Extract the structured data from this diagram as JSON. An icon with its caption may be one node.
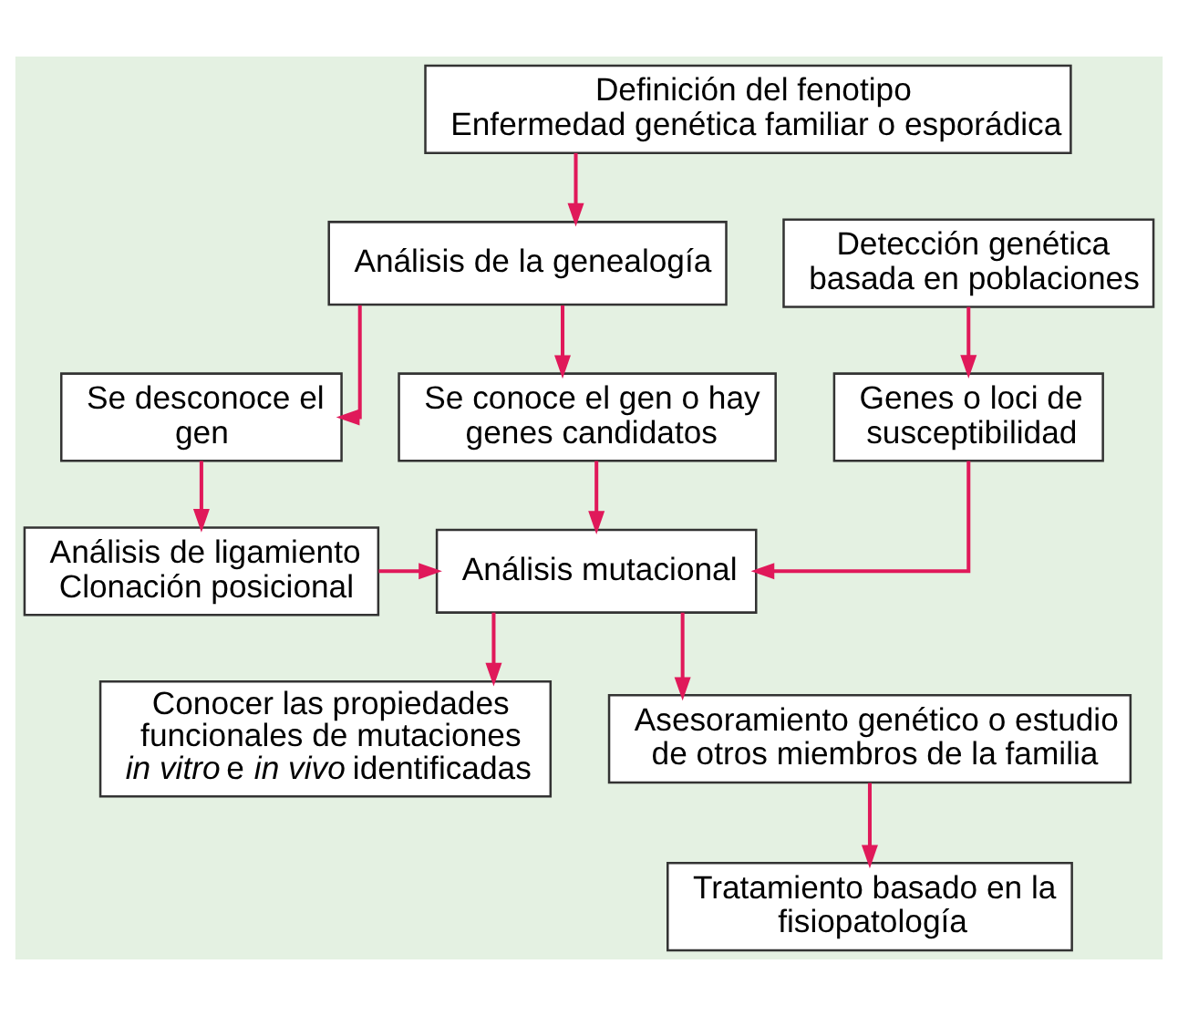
{
  "diagram": {
    "nodes": [
      {
        "text": [
          "Definición del fenotipo",
          "Enfermedad genética familiar o esporádica"
        ]
      },
      {
        "text": [
          "Análisis de la genealogía"
        ]
      },
      {
        "text": [
          "Detección genética basada en poblaciones"
        ]
      },
      {
        "text": [
          "Se desconoce el gen"
        ]
      },
      {
        "text": [
          "Se conoce el gen o hay genes candidatos"
        ]
      },
      {
        "text": [
          "Genes o loci de susceptibilidad"
        ]
      },
      {
        "text": [
          "Análisis de ligamiento",
          "Clonación posicional"
        ]
      },
      {
        "text": [
          "Análisis mutacional"
        ]
      },
      {
        "text": [
          "Conocer las propiedades funcionales de mutaciones *in vitro* e *in vivo* identificadas"
        ]
      },
      {
        "text": [
          "Asesoramiento genético o estudio de otros miembros de la familia"
        ]
      },
      {
        "text": [
          "Tratamiento basado en la fisiopatología"
        ]
      }
    ],
    "edges": [
      {
        "from": 0,
        "to": 1,
        "arrow": "to"
      },
      {
        "from": 1,
        "to": 3,
        "arrow": "to"
      },
      {
        "from": 1,
        "to": 4,
        "arrow": "to"
      },
      {
        "from": 2,
        "to": 5,
        "arrow": "to"
      },
      {
        "from": 3,
        "to": 6,
        "arrow": "to"
      },
      {
        "from": 4,
        "to": 7,
        "arrow": "to"
      },
      {
        "from": 5,
        "to": 7,
        "arrow": "to"
      },
      {
        "from": 6,
        "to": 7,
        "arrow": "to"
      },
      {
        "from": 7,
        "to": 8,
        "arrow": "to"
      },
      {
        "from": 7,
        "to": 9,
        "arrow": "to"
      },
      {
        "from": 9,
        "to": 10,
        "arrow": "to"
      }
    ]
  }
}
